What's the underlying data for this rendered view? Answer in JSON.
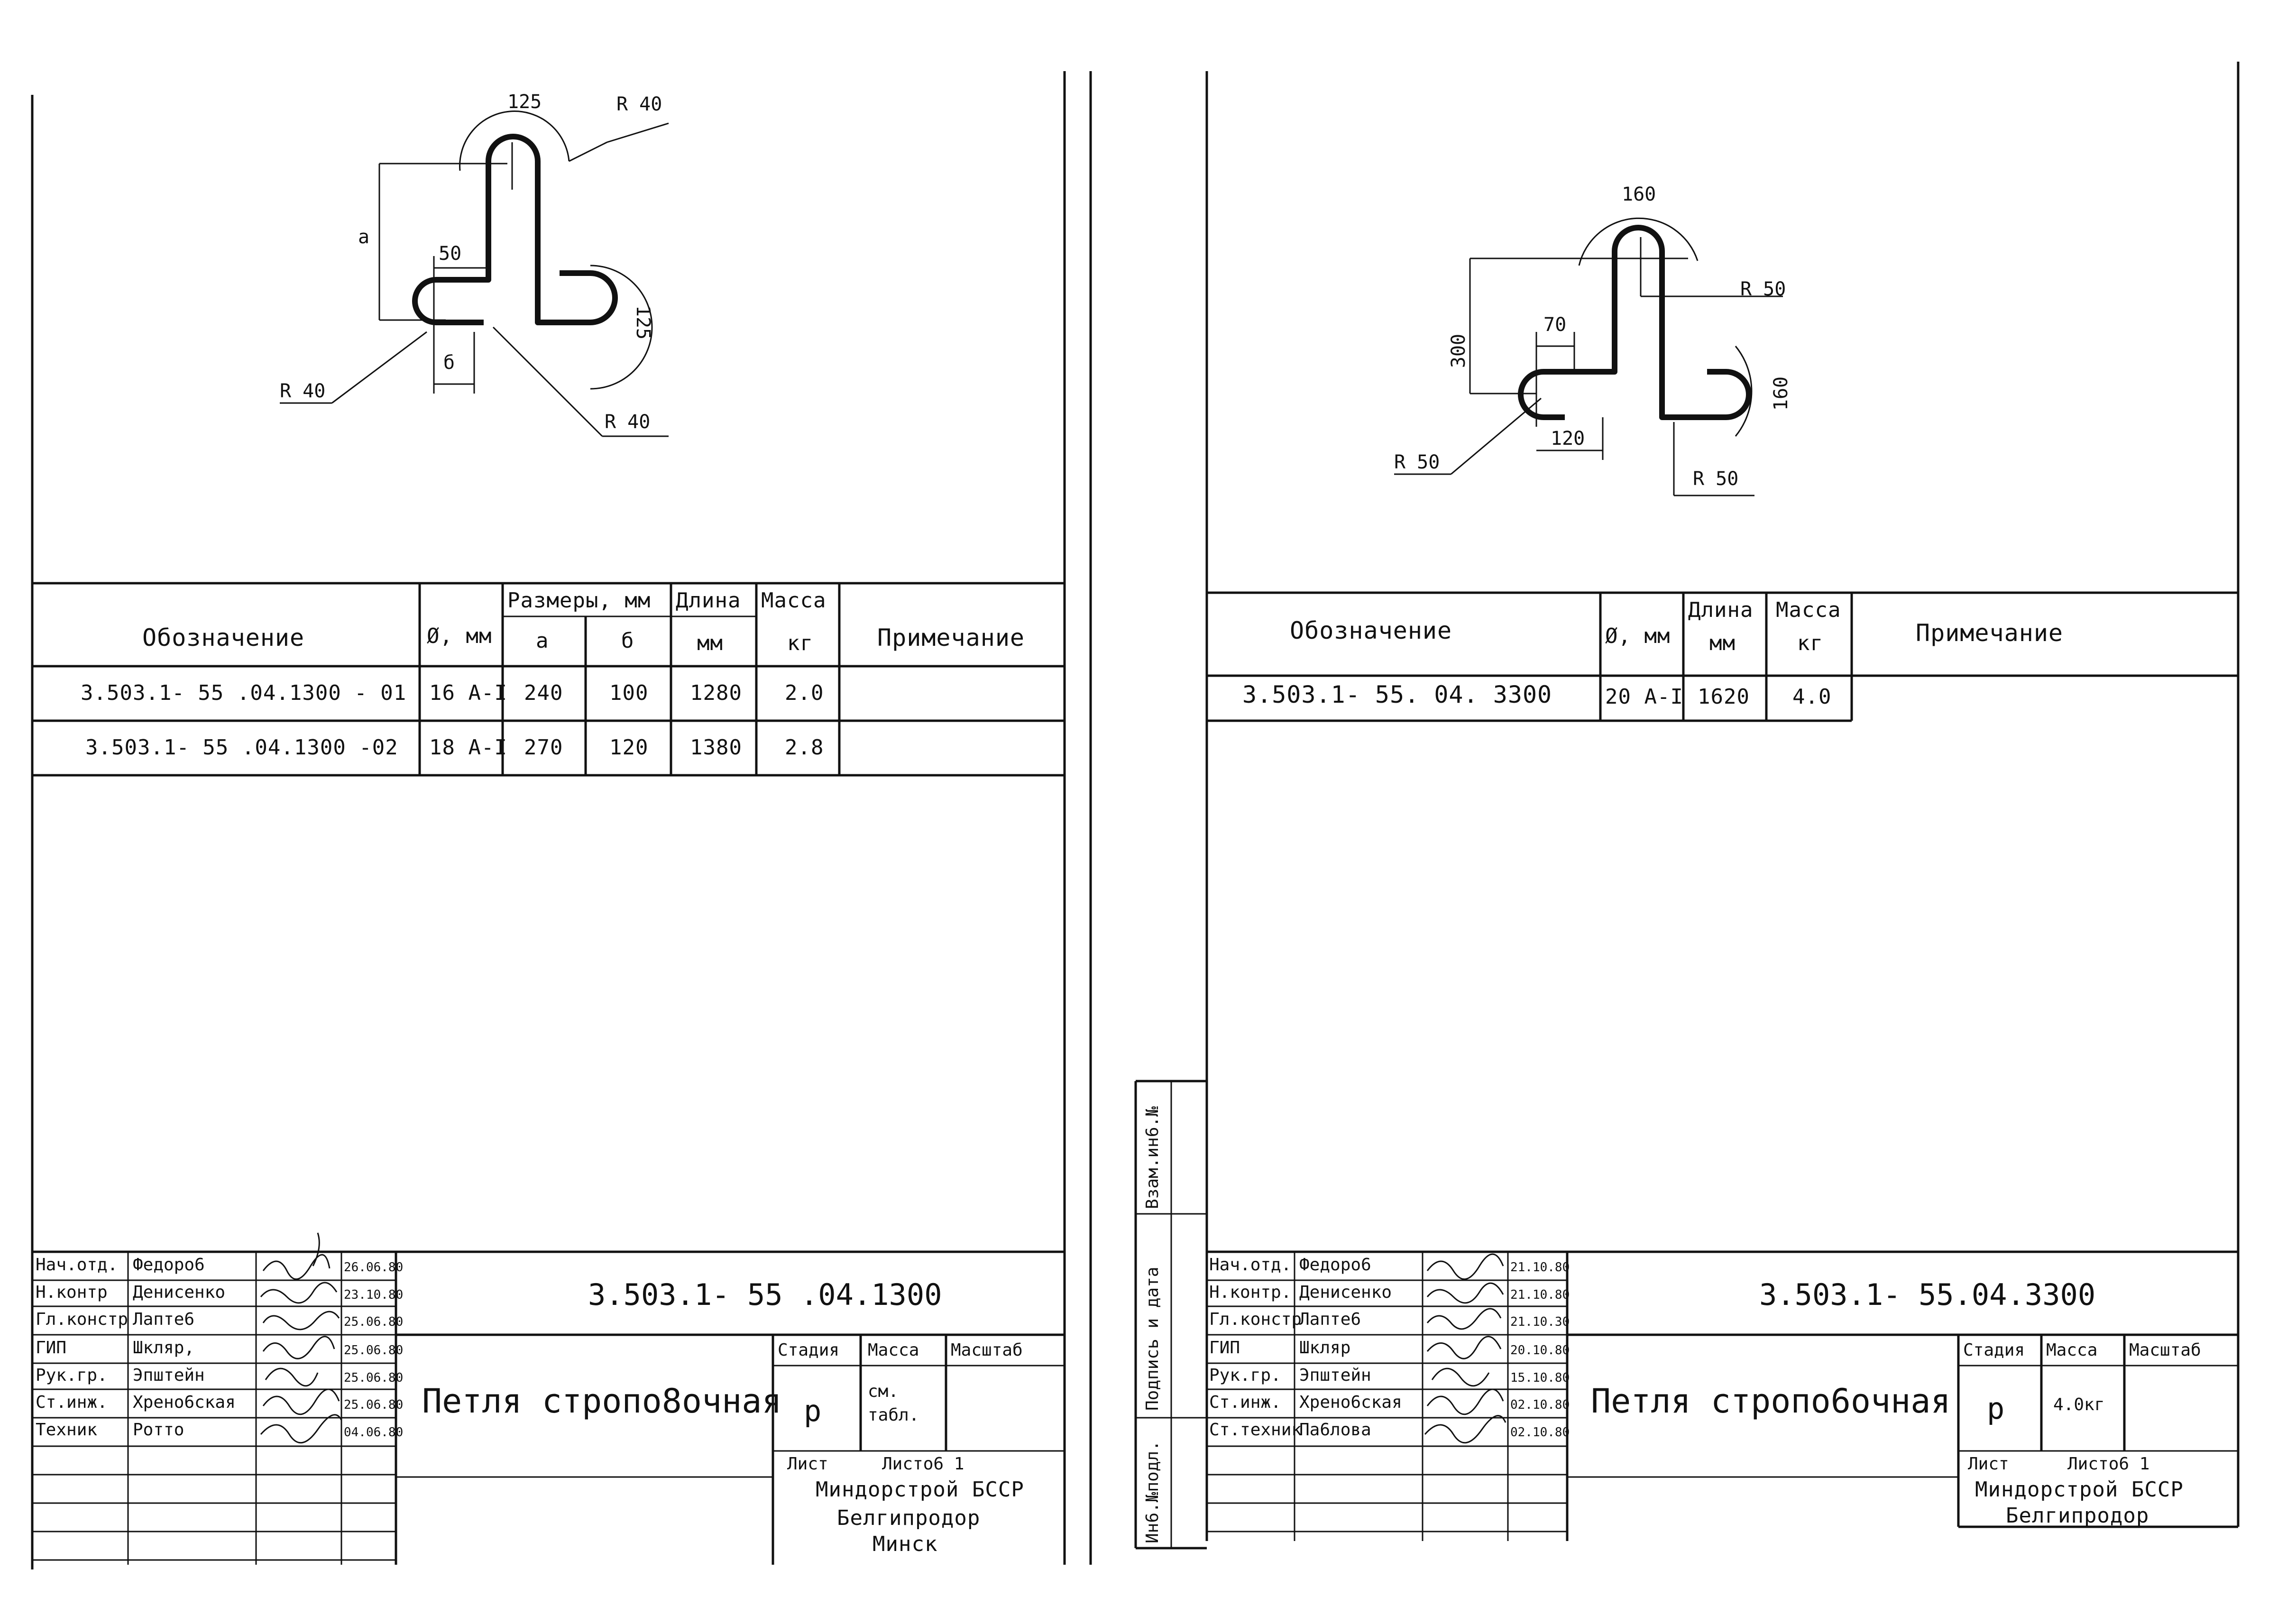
{
  "left": {
    "drawing": {
      "dim_top": "125",
      "dim_r_top": "R 40",
      "dim_a": "a",
      "dim_50": "50",
      "dim_125_right": "125",
      "dim_b": "б",
      "dim_r_left": "R 40",
      "dim_r_bottom": "R 40"
    },
    "table": {
      "headers": {
        "designation": "Обозначение",
        "diameter": "Ø, мм",
        "sizes": "Размеры, мм",
        "a": "а",
        "b": "б",
        "length": "Длина",
        "length_unit": "мм",
        "mass": "Масса",
        "mass_unit": "кг",
        "note": "Примечание"
      },
      "rows": [
        {
          "designation": "3.503.1- 55 .04.1300 - 01",
          "diameter": "16 A-I",
          "a": "240",
          "b": "100",
          "length": "1280",
          "mass": "2.0",
          "note": ""
        },
        {
          "designation": "3.503.1- 55 .04.1300 -02",
          "diameter": "18 A-I",
          "a": "270",
          "b": "120",
          "length": "1380",
          "mass": "2.8",
          "note": ""
        }
      ]
    },
    "stamp": {
      "code": "3.503.1- 55 .04.1300",
      "name": "Петля стропо8очная",
      "stage_label": "Стадия",
      "mass_label": "Масса",
      "scale_label": "Масштаб",
      "stage": "р",
      "mass": "см. табл.",
      "sheet_label": "Лист",
      "sheets_label": "Листо6 1",
      "org1": "Миндорстрой БССР",
      "org2": "Белгипродор",
      "org3": "Минск",
      "staff": [
        {
          "role": "Нач.отд.",
          "name": "Федоро6",
          "date": "26.06.80"
        },
        {
          "role": "Н.контр",
          "name": "Денисенко",
          "date": "23.10.80"
        },
        {
          "role": "Гл.констр",
          "name": "Лапте6",
          "date": "25.06.80"
        },
        {
          "role": "ГИП",
          "name": "Шкляр,",
          "date": "25.06.80"
        },
        {
          "role": "Рук.гр.",
          "name": "Эпштейн",
          "date": "25.06.80"
        },
        {
          "role": "Ст.инж.",
          "name": "Хрено6ская",
          "date": "25.06.80"
        },
        {
          "role": "Техник",
          "name": "Ротто",
          "date": "04.06.80"
        }
      ]
    }
  },
  "right": {
    "drawing": {
      "dim_top": "160",
      "dim_300": "300",
      "dim_r_top": "R 50",
      "dim_70": "70",
      "dim_160_right": "160",
      "dim_120": "120",
      "dim_r_left": "R 50",
      "dim_r_bottom": "R 50"
    },
    "table": {
      "headers": {
        "designation": "Обозначение",
        "diameter": "Ø, мм",
        "length": "Длина",
        "length_unit": "мм",
        "mass": "Масса",
        "mass_unit": "кг",
        "note": "Примечание"
      },
      "rows": [
        {
          "designation": "3.503.1- 55. 04. 3300",
          "diameter": "20 A-I",
          "length": "1620",
          "mass": "4.0",
          "note": ""
        }
      ]
    },
    "stamp": {
      "code": "3.503.1- 55.04.3300",
      "name": "Петля стропо6очная",
      "stage_label": "Стадия",
      "mass_label": "Масса",
      "scale_label": "Масштаб",
      "stage": "р",
      "mass": "4.0кг",
      "sheet_label": "Лист",
      "sheets_label": "Листо6 1",
      "org1": "Миндорстрой БССР",
      "org2": "Белгипродор",
      "staff": [
        {
          "role": "Нач.отд.",
          "name": "Федоро6",
          "date": "21.10.80"
        },
        {
          "role": "Н.контр.",
          "name": "Денисенко",
          "date": "21.10.80"
        },
        {
          "role": "Гл.констр",
          "name": "Лапте6",
          "date": "21.10.30"
        },
        {
          "role": "ГИП",
          "name": "Шкляр",
          "date": "20.10.80"
        },
        {
          "role": "Рук.гр.",
          "name": "Эпштейн",
          "date": "15.10.80"
        },
        {
          "role": "Ст.инж.",
          "name": "Хрено6ская",
          "date": "02.10.80"
        },
        {
          "role": "Ст.техник",
          "name": "Па6лова",
          "date": "02.10.80"
        }
      ]
    },
    "side_stamp": {
      "inv_label": "Ин6.№подл.",
      "sign_label": "Подпись и дата",
      "replace_label": "Взам.ин6.№"
    }
  }
}
